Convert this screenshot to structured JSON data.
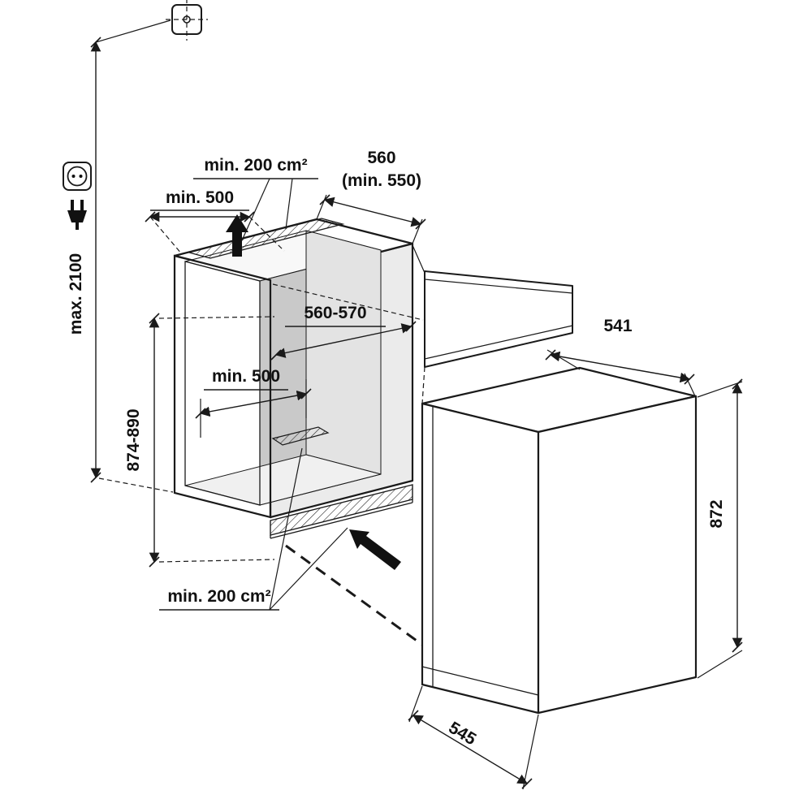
{
  "diagram": {
    "type": "built-in appliance installation drawing",
    "labels": {
      "vent_top": "min. 200 cm²",
      "top_depth": "min. 500",
      "niche_width": "560",
      "niche_width_min": "(min. 550)",
      "max_height": "max. 2100",
      "niche_height": "874-890",
      "niche_depth": "560-570",
      "inner_clearance": "min. 500",
      "vent_bottom": "min. 200 cm²",
      "appliance_depth": "541",
      "appliance_height": "872",
      "appliance_front_depth": "545"
    },
    "icons": {
      "ceiling_fixing": "crosshair-target-icon",
      "power_socket": "socket-icon",
      "power_plug": "plug-icon"
    },
    "colors": {
      "line": "#1a1a1a",
      "interior_dark": "#c9c9c9",
      "interior_mid": "#e3e3e3",
      "side_light": "#ebebeb",
      "floor": "#f0f0f0",
      "background": "#ffffff"
    }
  }
}
